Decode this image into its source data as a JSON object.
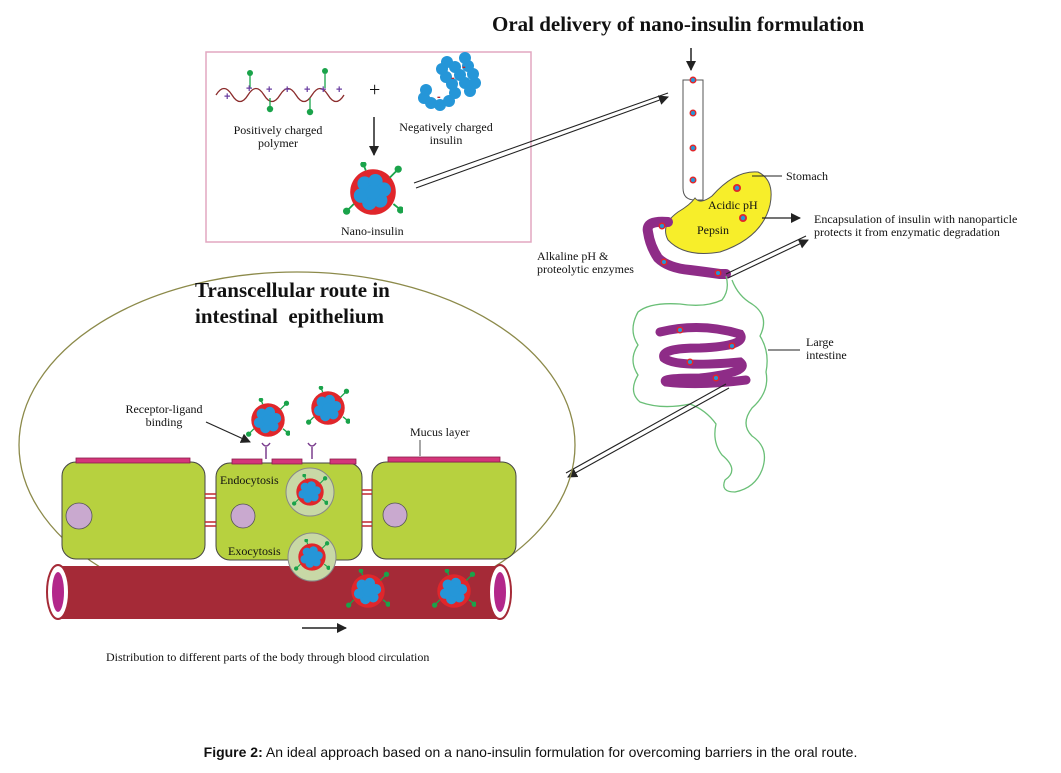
{
  "title": "Oral delivery of nano-insulin formulation",
  "inset": {
    "polymer_label": [
      "Positively charged",
      "polymer"
    ],
    "insulin_label": [
      "Negatively charged",
      "insulin"
    ],
    "nano_label": "Nano-insulin",
    "plus_sign": "+"
  },
  "gi": {
    "stomach": "Stomach",
    "acidic_ph": "Acidic pH",
    "pepsin": "Pepsin",
    "alkaline": [
      "Alkaline pH &",
      "proteolytic enzymes"
    ],
    "encapsulation": [
      "Encapsulation of insulin with nanoparticle",
      "protects it from enzymatic degradation"
    ],
    "large_intestine": [
      "Large",
      "intestine"
    ]
  },
  "circle": {
    "title": [
      "Transcellular route in",
      "intestinal  epithelium"
    ],
    "receptor": [
      "Receptor-ligand",
      "binding"
    ],
    "mucus": "Mucus layer",
    "endocytosis": "Endocytosis",
    "exocytosis": "Exocytosis",
    "distribution": "Distribution to different parts of the body through blood circulation"
  },
  "caption": {
    "label": "Figure 2:",
    "text": " An ideal approach based on a nano-insulin formulation for overcoming barriers in the oral route."
  },
  "colors": {
    "purple_tube": "#8e2c87",
    "stomach": "#f7ee2a",
    "cell": "#b7d13f",
    "blood": "#a52a37",
    "nucleus": "#c9a9cf",
    "insulin": "#2596d8",
    "polymer_red": "#e0262b",
    "ligand_green": "#1aa34a",
    "mucus": "#d4367a",
    "inset_border": "#e2a7c1",
    "intestine_outline": "#6abf77"
  }
}
